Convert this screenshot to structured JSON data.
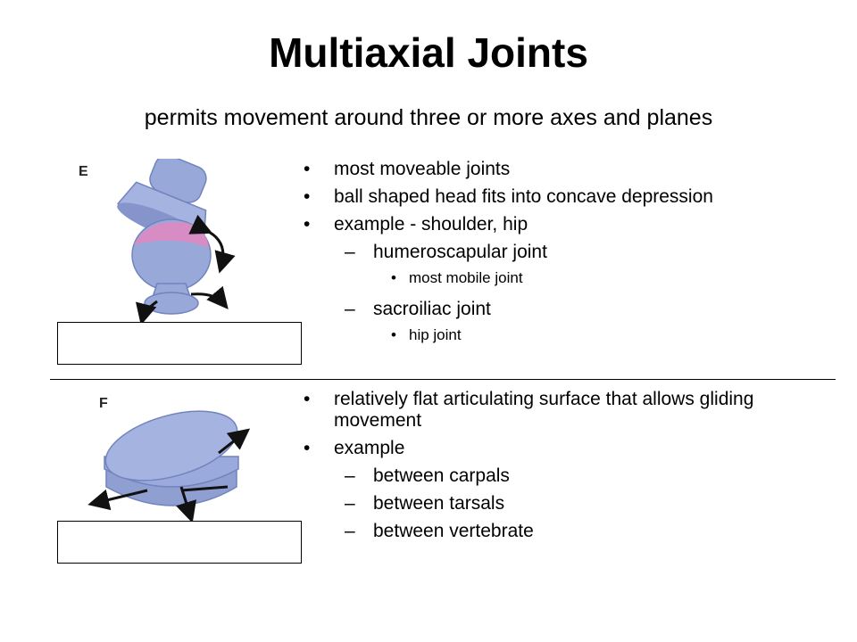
{
  "slide": {
    "title": "Multiaxial Joints",
    "subtitle": "permits movement around three or more axes and planes"
  },
  "figures": [
    {
      "letter": "E",
      "icon": "ball-and-socket-joint-illustration"
    },
    {
      "letter": "F",
      "icon": "gliding-joint-illustration"
    }
  ],
  "colors": {
    "bone": "#98a8d8",
    "bone_dark": "#7283bd",
    "cartilage": "#d88cc4",
    "arrow": "#111111"
  },
  "sections": [
    {
      "bullets": [
        {
          "text": "most moveable joints"
        },
        {
          "text": "ball shaped head fits into concave depression"
        },
        {
          "text": "example - shoulder, hip"
        }
      ],
      "sub": [
        {
          "text": "humeroscapular joint",
          "sub": [
            {
              "text": "most mobile joint"
            }
          ]
        },
        {
          "text": "sacroiliac joint",
          "sub": [
            {
              "text": "hip joint"
            }
          ]
        }
      ]
    },
    {
      "bullets": [
        {
          "text": "relatively flat articulating surface that allows gliding movement"
        },
        {
          "text": "example"
        }
      ],
      "sub": [
        {
          "text": "between carpals"
        },
        {
          "text": "between tarsals"
        },
        {
          "text": "between vertebrate"
        }
      ]
    }
  ]
}
